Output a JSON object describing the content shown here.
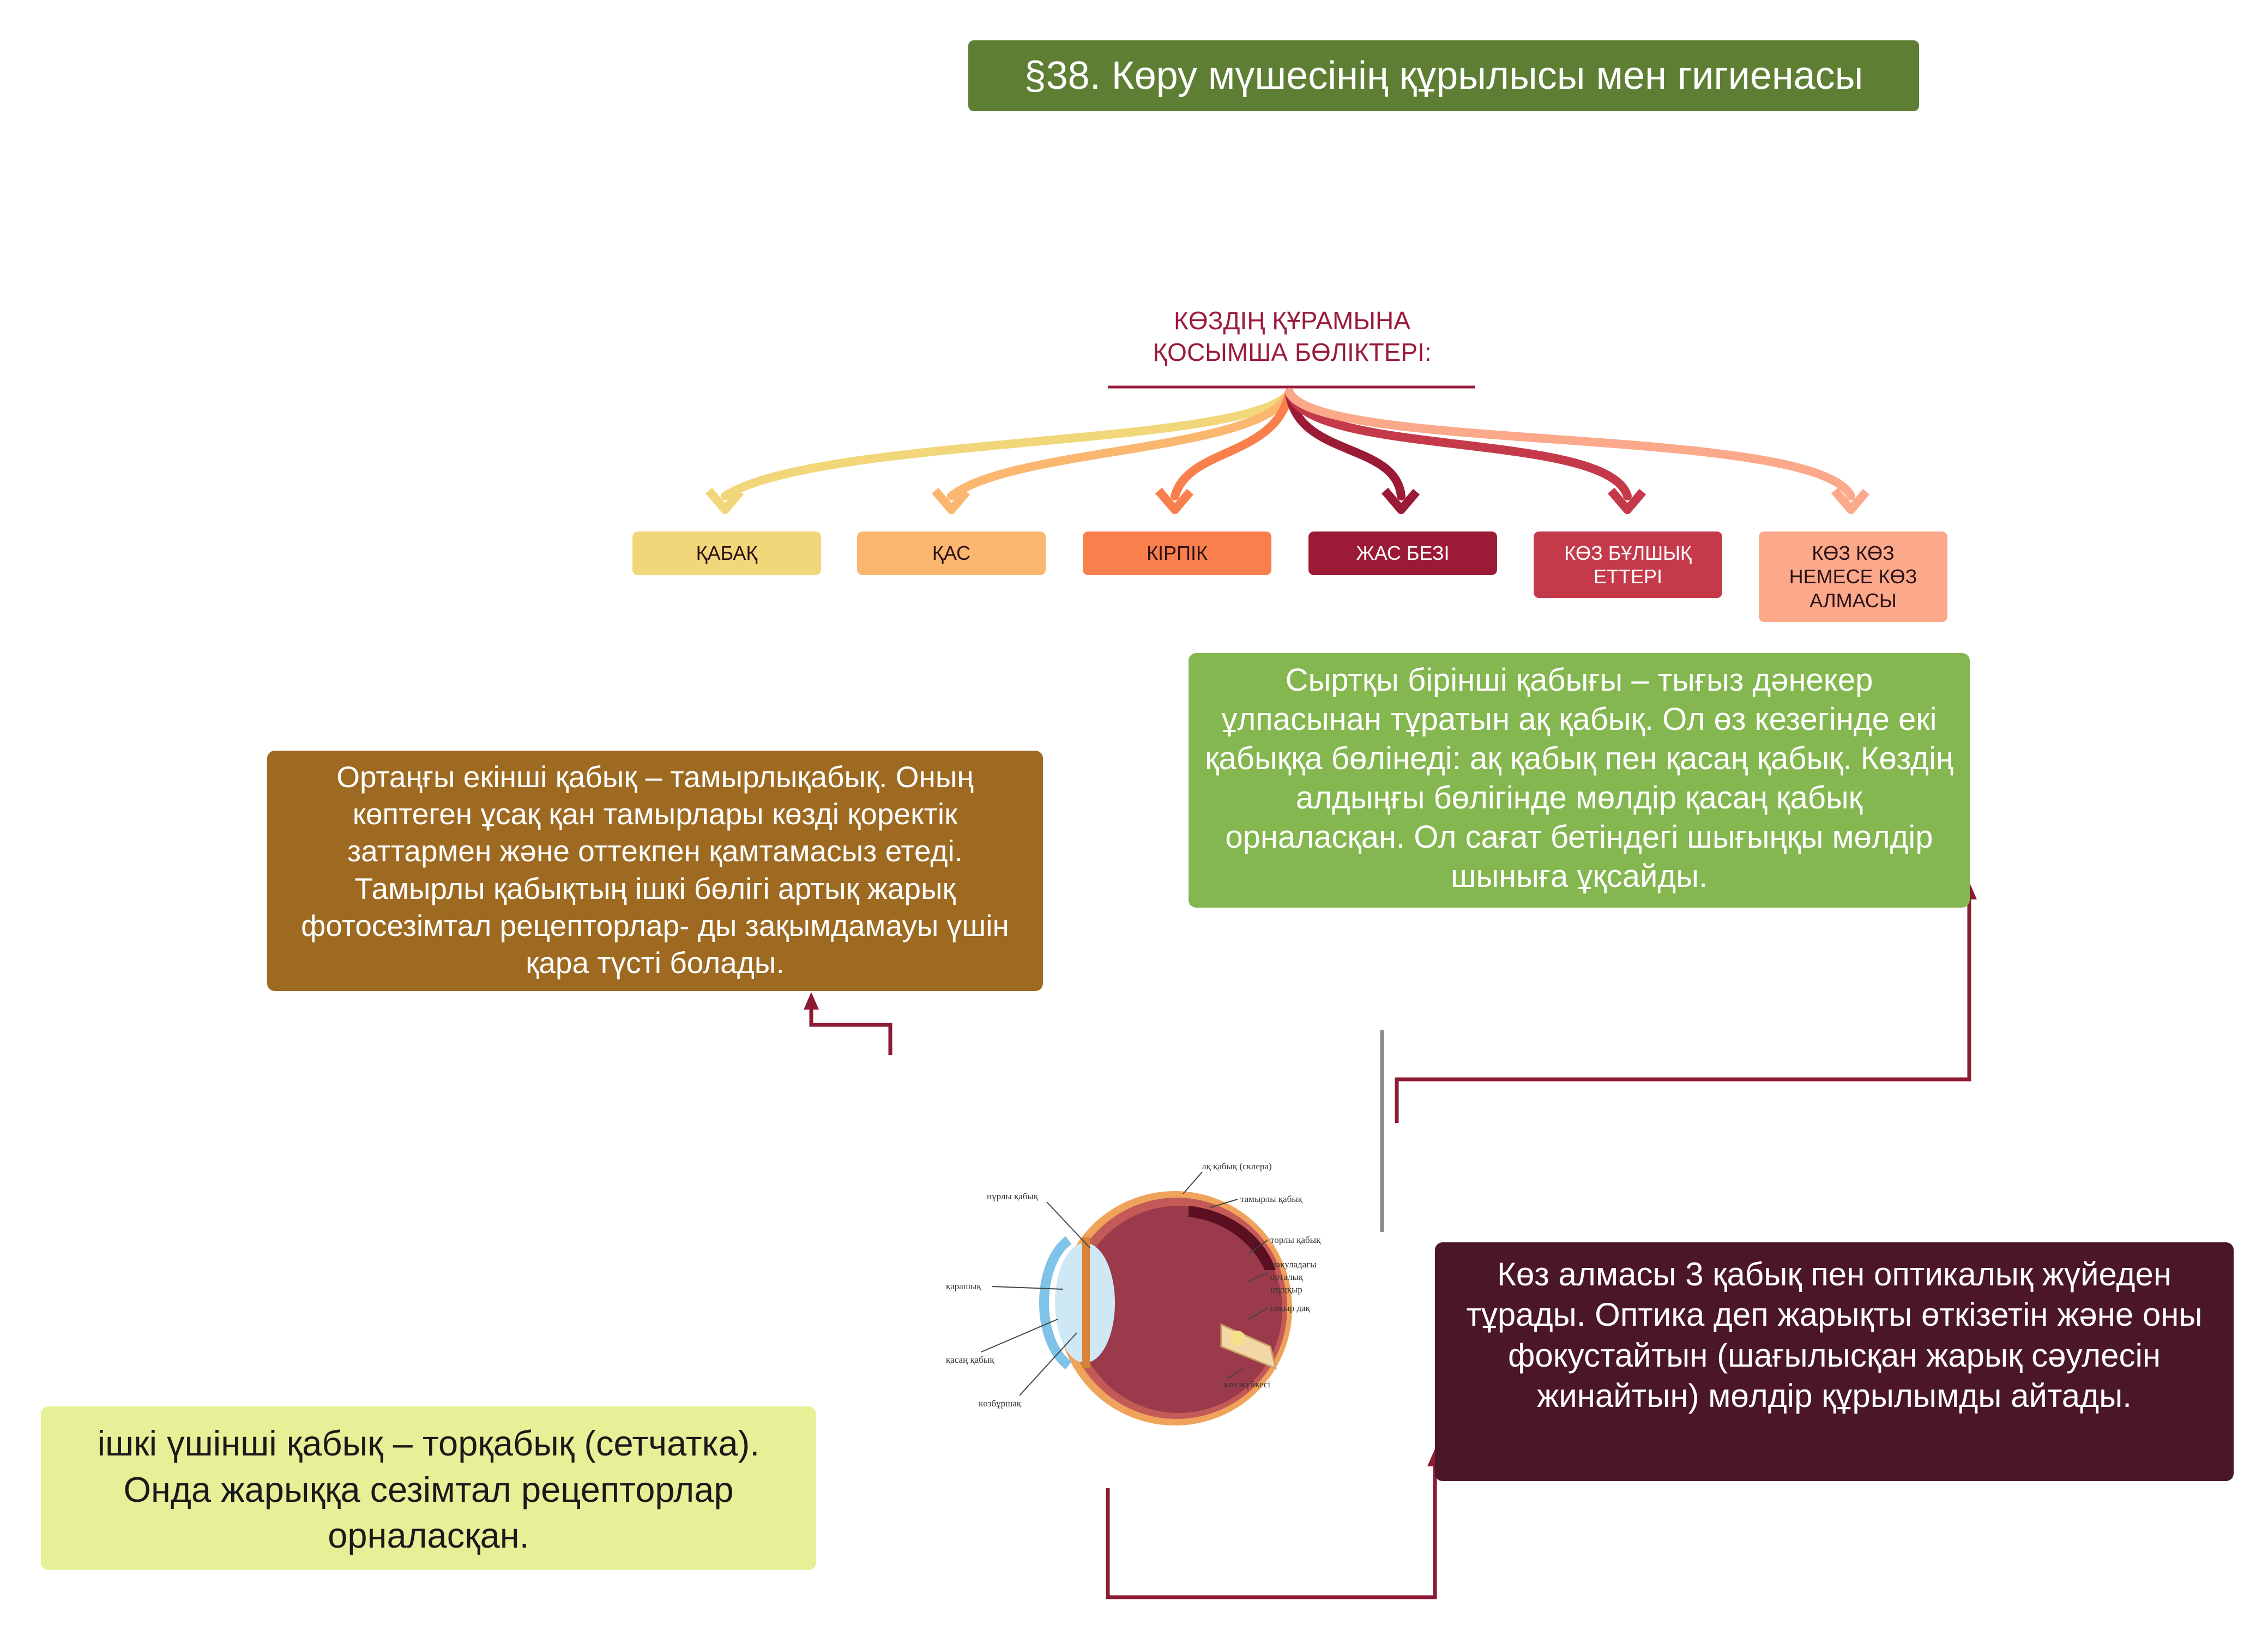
{
  "title": "§38. Көру мүшесінің құрылысы мен гигиенасы",
  "heading": {
    "line1": "КӨЗДІҢ ҚҰРАМЫНА",
    "line2": "ҚОСЫМША БӨЛІКТЕРІ:"
  },
  "parts": [
    {
      "label": "ҚАБАҚ",
      "color": "#f2d77a"
    },
    {
      "label": "ҚАС",
      "color": "#fbb76f"
    },
    {
      "label": "КІРПІК",
      "color": "#f9804c"
    },
    {
      "label": "ЖАС БЕЗІ",
      "color": "#9b1b37"
    },
    {
      "label": "КӨЗ БҰЛШЫҚ ЕТТЕРІ",
      "color": "#c53a4b"
    },
    {
      "label": "КӨЗ КӨЗ НЕМЕСЕ КӨЗ АЛМАСЫ",
      "color": "#fba98a"
    }
  ],
  "boxes": {
    "outer": "Сыртқы бірінші қабығы – тығыз дәнекер ұлпасынан тұратын ақ қабық. Ол өз кезегінде екі қабыққа бөлінеді: ақ қабық пен қасаң қабық. Көздің алдыңғы бөлігінде мөлдір қасаң қабық орналасқан. Ол сағат бетіндегі шығыңқы мөлдір шыныға ұқсайды.",
    "middle": "Ортаңғы екінші қабық – тамырлықабық. Оның көптеген ұсақ қан тамырлары көзді қоректік заттармен және оттекпен қамтамасыз етеді. Тамырлы қабықтың ішкі бөлігі артық жарық фотосезімтал рецепторлар- ды зақымдамауы үшін қара түсті болады.",
    "inner": "ішкі үшінші қабық – торқабық (сетчатка). Онда жарыққа сезімтал рецепторлар орналасқан.",
    "eyeball": "Көз алмасы 3 қабық пен оптикалық жүйеден тұрады. Оптика деп жарықты өткізетін және оны фокустайтын (шағылысқан жарық сәулесін жинайтын) мөлдір құрылымды айтады."
  },
  "eye_labels": {
    "sclera": "ақ қабық (склера)",
    "choroid": "тамырлы қабық",
    "retina": "торлы қабық",
    "macula": "макуладағы",
    "macula2": "орталық",
    "macula3": "шұңқыр",
    "blind_spot": "соқыр дақ",
    "optic_nerve": "көз жүйкесі",
    "iris": "нұрлы қабық",
    "pupil": "қарашық",
    "cornea": "қасаң қабық",
    "lens": "көзбұршақ"
  },
  "colors": {
    "title_bg": "#5e7f33",
    "outer_bg": "#84b74f",
    "middle_bg": "#9e6a21",
    "inner_bg": "#e7f097",
    "eyeball_bg": "#4b1629",
    "connector": "#8c1a32",
    "heading": "#9a1c3c"
  }
}
